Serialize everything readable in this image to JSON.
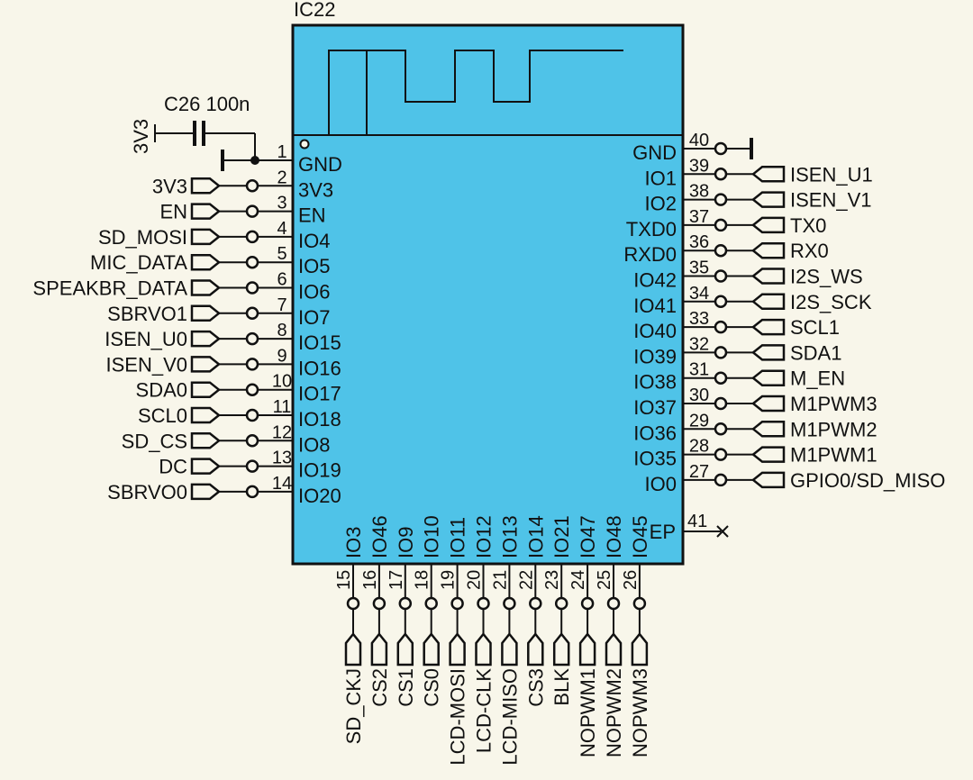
{
  "ic": {
    "ref": "IC22",
    "cap_ref": "C26 100n",
    "cap_net": "3V3",
    "ep_pin": {
      "num": "41",
      "name": "EP"
    }
  },
  "left_pins": [
    {
      "num": "1",
      "name": "GND",
      "net": ""
    },
    {
      "num": "2",
      "name": "3V3",
      "net": "3V3"
    },
    {
      "num": "3",
      "name": "EN",
      "net": "EN"
    },
    {
      "num": "4",
      "name": "IO4",
      "net": "SD_MOSI"
    },
    {
      "num": "5",
      "name": "IO5",
      "net": "MIC_DATA"
    },
    {
      "num": "6",
      "name": "IO6",
      "net": "SPEAKBR_DATA"
    },
    {
      "num": "7",
      "name": "IO7",
      "net": "SBRVO1"
    },
    {
      "num": "8",
      "name": "IO15",
      "net": "ISEN_U0"
    },
    {
      "num": "9",
      "name": "IO16",
      "net": "ISEN_V0"
    },
    {
      "num": "10",
      "name": "IO17",
      "net": "SDA0"
    },
    {
      "num": "11",
      "name": "IO18",
      "net": "SCL0"
    },
    {
      "num": "12",
      "name": "IO8",
      "net": "SD_CS"
    },
    {
      "num": "13",
      "name": "IO19",
      "net": "DC"
    },
    {
      "num": "14",
      "name": "IO20",
      "net": "SBRVO0"
    }
  ],
  "right_pins": [
    {
      "num": "40",
      "name": "GND",
      "net": ""
    },
    {
      "num": "39",
      "name": "IO1",
      "net": "ISEN_U1"
    },
    {
      "num": "38",
      "name": "IO2",
      "net": "ISEN_V1"
    },
    {
      "num": "37",
      "name": "TXD0",
      "net": "TX0"
    },
    {
      "num": "36",
      "name": "RXD0",
      "net": "RX0"
    },
    {
      "num": "35",
      "name": "IO42",
      "net": "I2S_WS"
    },
    {
      "num": "34",
      "name": "IO41",
      "net": "I2S_SCK"
    },
    {
      "num": "33",
      "name": "IO40",
      "net": "SCL1"
    },
    {
      "num": "32",
      "name": "IO39",
      "net": "SDA1"
    },
    {
      "num": "31",
      "name": "IO38",
      "net": "M_EN"
    },
    {
      "num": "30",
      "name": "IO37",
      "net": "M1PWM3"
    },
    {
      "num": "29",
      "name": "IO36",
      "net": "M1PWM2"
    },
    {
      "num": "28",
      "name": "IO35",
      "net": "M1PWM1"
    },
    {
      "num": "27",
      "name": "IO0",
      "net": "GPIO0/SD_MISO"
    }
  ],
  "bottom_pins": [
    {
      "num": "15",
      "name": "IO3",
      "net": "SD_CKJ"
    },
    {
      "num": "16",
      "name": "IO46",
      "net": "CS2"
    },
    {
      "num": "17",
      "name": "IO9",
      "net": "CS1"
    },
    {
      "num": "18",
      "name": "IO10",
      "net": "CS0"
    },
    {
      "num": "19",
      "name": "IO11",
      "net": "LCD-MOSI"
    },
    {
      "num": "20",
      "name": "IO12",
      "net": "LCD-CLK"
    },
    {
      "num": "21",
      "name": "IO13",
      "net": "LCD-MISO"
    },
    {
      "num": "22",
      "name": "IO14",
      "net": "CS3"
    },
    {
      "num": "23",
      "name": "IO21",
      "net": "BLK"
    },
    {
      "num": "24",
      "name": "IO47",
      "net": "NOPWM1"
    },
    {
      "num": "25",
      "name": "IO48",
      "net": "NOPWM2"
    },
    {
      "num": "26",
      "name": "IO45",
      "net": "NOPWM3"
    }
  ]
}
